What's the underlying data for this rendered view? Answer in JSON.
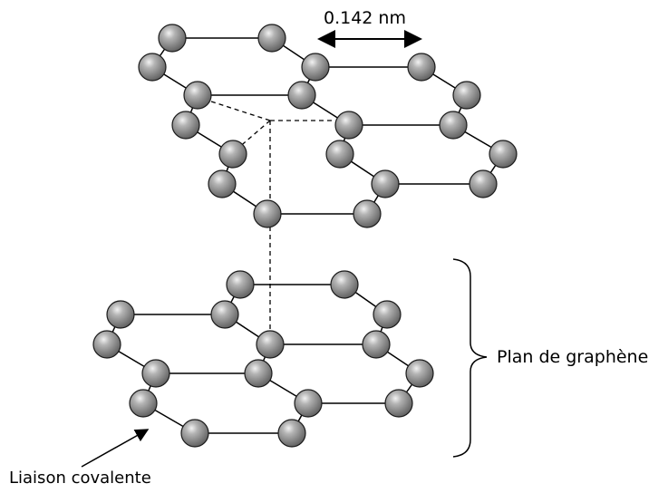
{
  "labels": {
    "bond_length": "0.142 nm",
    "graphene_plane": "Plan de graphène",
    "covalent_bond": "Liaison covalente"
  },
  "icons": [
    "atom-icon",
    "bracket-icon",
    "arrow-icon",
    "double-arrow-icon"
  ],
  "colors": {
    "atom_fill": "#808080",
    "atom_highlight": "#f2f2f2",
    "atom_outline": "#1a1a1a",
    "bond": "#000000",
    "background": "#ffffff"
  }
}
